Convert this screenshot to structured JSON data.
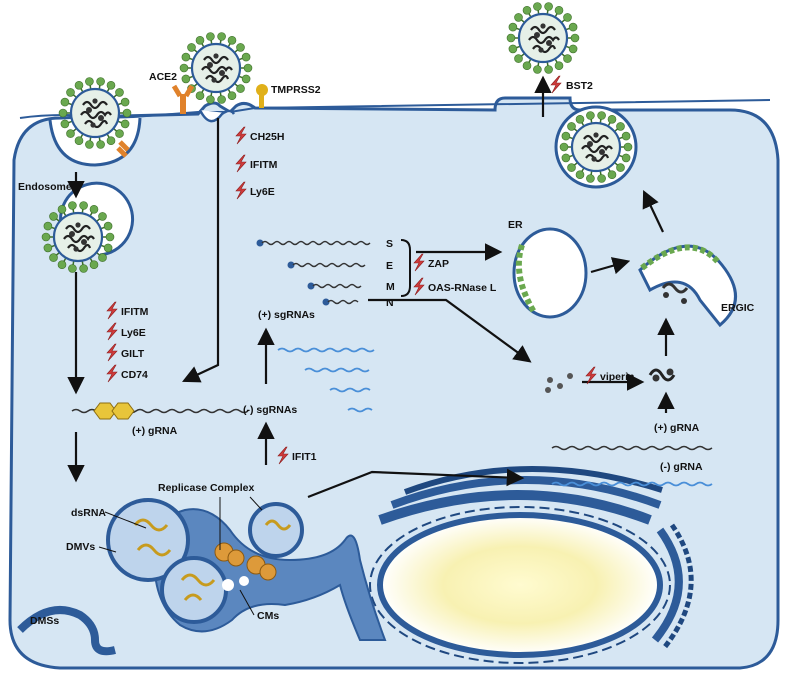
{
  "labels": {
    "ace2": "ACE2",
    "tmprss2": "TMPRSS2",
    "bst2": "BST2",
    "endosome": "Endosome",
    "er": "ER",
    "ergic": "ERGIC",
    "gene_s": "S",
    "gene_e": "E",
    "gene_m": "M",
    "gene_n": "N",
    "plus_sgrna": "(+) sgRNAs",
    "minus_sgrna": "(-) sgRNAs",
    "plus_grna": "(+) gRNA",
    "plus_grna_right": "(+) gRNA",
    "minus_grna": "(-) gRNA",
    "replicase": "Replicase Complex",
    "dsrna": "dsRNA",
    "dmvs": "DMVs",
    "dmss": "DMSs",
    "cms": "CMs"
  },
  "restriction_factors": {
    "entry_membrane": [
      "CH25H",
      "IFITM",
      "Ly6E"
    ],
    "endosomal": [
      "IFITM",
      "Ly6E",
      "GILT",
      "CD74"
    ],
    "translation": [
      "ZAP",
      "OAS-RNase L"
    ],
    "replication": "IFIT1",
    "assembly": "viperin",
    "release": "BST2"
  },
  "colors": {
    "cytoplasm": "#d6e6f3",
    "membrane": "#2d5b99",
    "spike": "#6aa84f",
    "lightning": "#d03c3c",
    "ace2": "#e0822b",
    "tmprss2": "#e0b01a",
    "cleavage": "#e8c53a",
    "replicase": "#dd9a3a",
    "rna_blue": "#4a8fd8"
  }
}
